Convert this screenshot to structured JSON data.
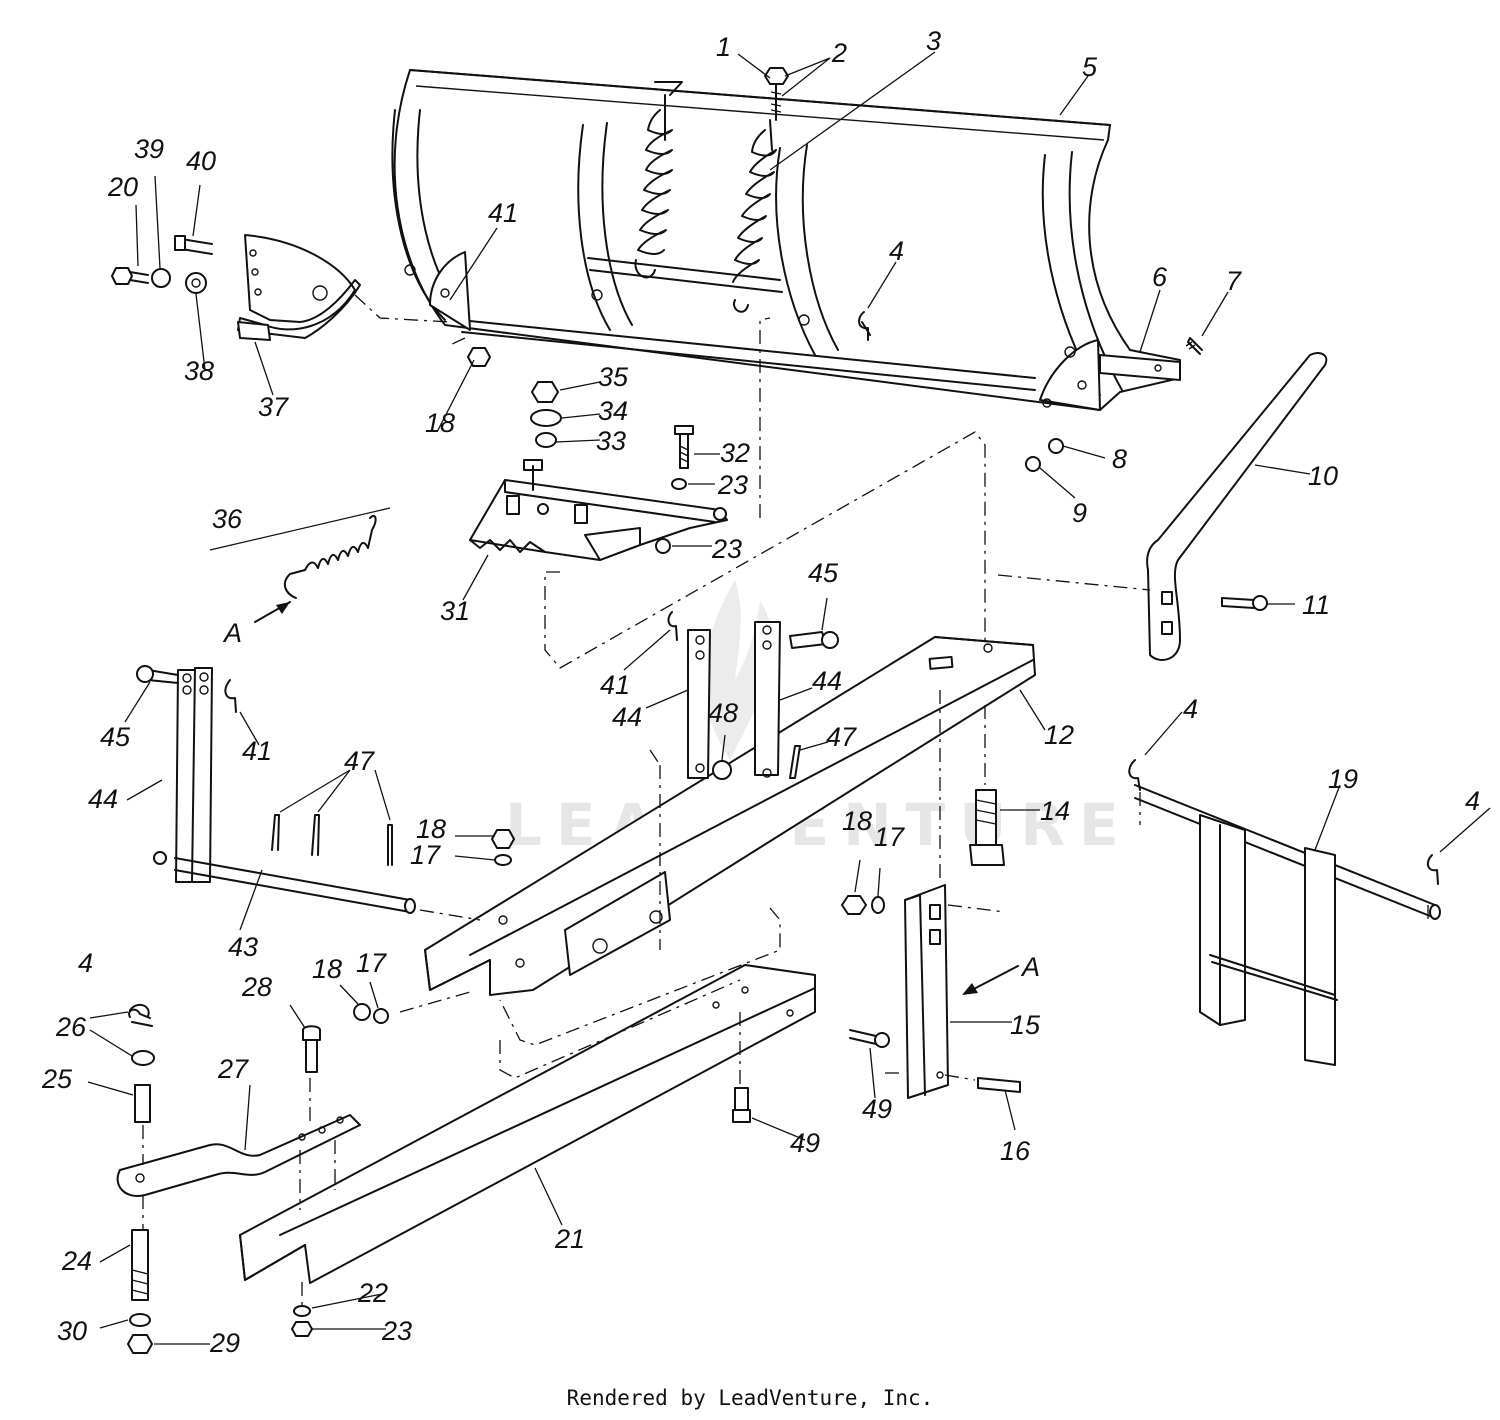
{
  "watermark_text": "LEADVENTURE",
  "credit": "Rendered by LeadVenture, Inc.",
  "callouts": [
    {
      "id": "c1",
      "text": "1"
    },
    {
      "id": "c2",
      "text": "2"
    },
    {
      "id": "c3",
      "text": "3"
    },
    {
      "id": "c5",
      "text": "5"
    },
    {
      "id": "c4a",
      "text": "4"
    },
    {
      "id": "c6",
      "text": "6"
    },
    {
      "id": "c7",
      "text": "7"
    },
    {
      "id": "c8",
      "text": "8"
    },
    {
      "id": "c9",
      "text": "9"
    },
    {
      "id": "c10",
      "text": "10"
    },
    {
      "id": "c11",
      "text": "11"
    },
    {
      "id": "c12",
      "text": "12"
    },
    {
      "id": "c14",
      "text": "14"
    },
    {
      "id": "c15",
      "text": "15"
    },
    {
      "id": "c16",
      "text": "16"
    },
    {
      "id": "c17a",
      "text": "17"
    },
    {
      "id": "c17b",
      "text": "17"
    },
    {
      "id": "c17c",
      "text": "17"
    },
    {
      "id": "c18a",
      "text": "18"
    },
    {
      "id": "c18b",
      "text": "18"
    },
    {
      "id": "c18c",
      "text": "18"
    },
    {
      "id": "c18d",
      "text": "18"
    },
    {
      "id": "c19",
      "text": "19"
    },
    {
      "id": "c4b",
      "text": "4"
    },
    {
      "id": "c4c",
      "text": "4"
    },
    {
      "id": "c4d",
      "text": "4"
    },
    {
      "id": "c20",
      "text": "20"
    },
    {
      "id": "c21",
      "text": "21"
    },
    {
      "id": "c22",
      "text": "22"
    },
    {
      "id": "c23a",
      "text": "23"
    },
    {
      "id": "c23b",
      "text": "23"
    },
    {
      "id": "c23c",
      "text": "23"
    },
    {
      "id": "c24",
      "text": "24"
    },
    {
      "id": "c25",
      "text": "25"
    },
    {
      "id": "c26",
      "text": "26"
    },
    {
      "id": "c27",
      "text": "27"
    },
    {
      "id": "c28",
      "text": "28"
    },
    {
      "id": "c29",
      "text": "29"
    },
    {
      "id": "c30",
      "text": "30"
    },
    {
      "id": "c31",
      "text": "31"
    },
    {
      "id": "c32",
      "text": "32"
    },
    {
      "id": "c33",
      "text": "33"
    },
    {
      "id": "c34",
      "text": "34"
    },
    {
      "id": "c35",
      "text": "35"
    },
    {
      "id": "c36",
      "text": "36"
    },
    {
      "id": "c37",
      "text": "37"
    },
    {
      "id": "c38",
      "text": "38"
    },
    {
      "id": "c39",
      "text": "39"
    },
    {
      "id": "c40",
      "text": "40"
    },
    {
      "id": "c41a",
      "text": "41"
    },
    {
      "id": "c41b",
      "text": "41"
    },
    {
      "id": "c41c",
      "text": "41"
    },
    {
      "id": "c43",
      "text": "43"
    },
    {
      "id": "c44a",
      "text": "44"
    },
    {
      "id": "c44b",
      "text": "44"
    },
    {
      "id": "c44c",
      "text": "44"
    },
    {
      "id": "c45a",
      "text": "45"
    },
    {
      "id": "c45b",
      "text": "45"
    },
    {
      "id": "c47a",
      "text": "47"
    },
    {
      "id": "c47b",
      "text": "47"
    },
    {
      "id": "c48",
      "text": "48"
    },
    {
      "id": "c49a",
      "text": "49"
    },
    {
      "id": "c49b",
      "text": "49"
    },
    {
      "id": "cA1",
      "text": "A"
    },
    {
      "id": "cA2",
      "text": "A"
    }
  ]
}
